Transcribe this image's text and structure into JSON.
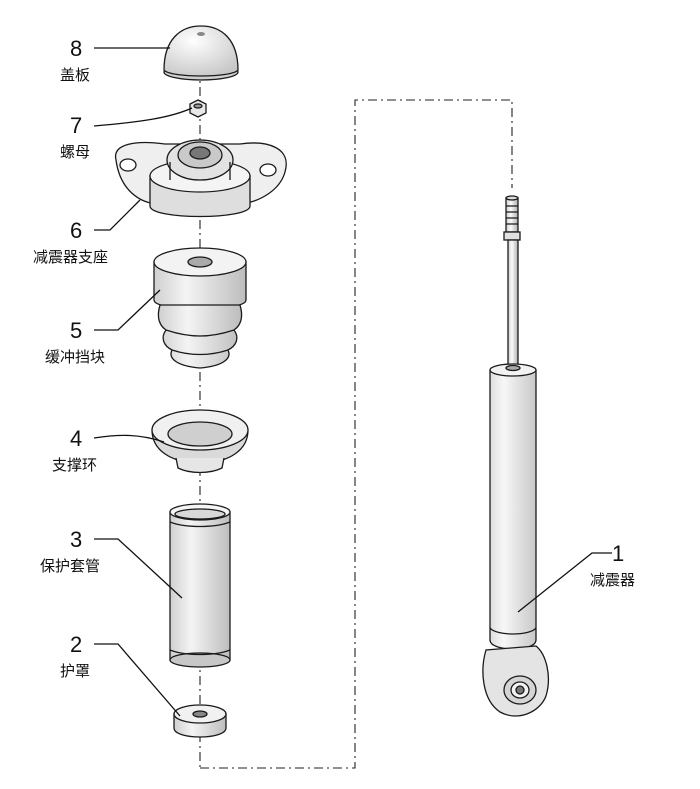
{
  "diagram": {
    "title": "后减震器分解图",
    "parts": [
      {
        "number": "1",
        "label": "减震器"
      },
      {
        "number": "2",
        "label": "护罩"
      },
      {
        "number": "3",
        "label": "保护套管"
      },
      {
        "number": "4",
        "label": "支撑环"
      },
      {
        "number": "5",
        "label": "缓冲挡块"
      },
      {
        "number": "6",
        "label": "减震器支座"
      },
      {
        "number": "7",
        "label": "螺母"
      },
      {
        "number": "8",
        "label": "盖板"
      }
    ]
  },
  "colors": {
    "line": "#1a1a1a",
    "fill_light": "#f2f2f2",
    "fill_mid": "#dcdcdc",
    "fill_dark": "#b8b8b8",
    "background": "#ffffff"
  }
}
